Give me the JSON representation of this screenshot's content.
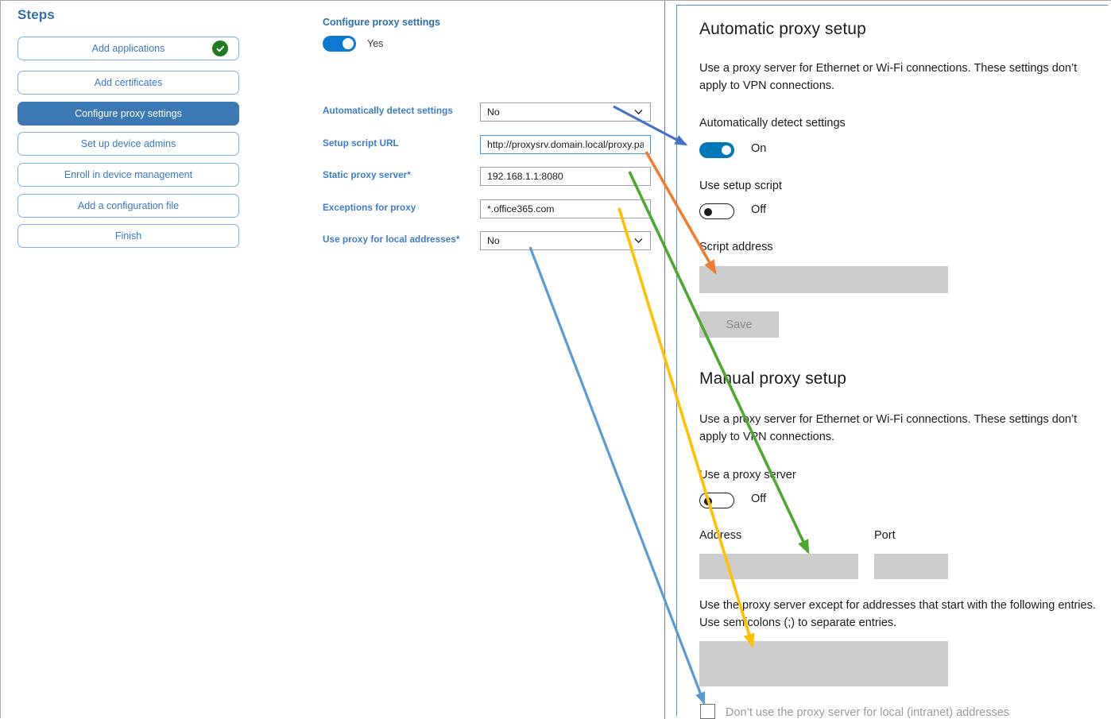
{
  "steps_panel": {
    "title": "Steps",
    "items": [
      {
        "label": "Add applications",
        "state": "complete",
        "icon": "check-circle-icon"
      },
      {
        "label": "Add certificates",
        "state": "default"
      },
      {
        "label": "Configure proxy settings",
        "state": "active"
      },
      {
        "label": "Set up device admins",
        "state": "default"
      },
      {
        "label": "Enroll in device management",
        "state": "default"
      },
      {
        "label": "Add a configuration file",
        "state": "default"
      },
      {
        "label": "Finish",
        "state": "default"
      }
    ]
  },
  "form_panel": {
    "heading": "Configure proxy settings",
    "toggle": {
      "label": "Yes",
      "state": "on"
    },
    "fields": [
      {
        "label": "Automatically detect settings",
        "required": "",
        "type": "select",
        "value": "No"
      },
      {
        "label": "Setup script URL",
        "required": "",
        "type": "text",
        "value": "http://proxysrv.domain.local/proxy.pa",
        "focused": true
      },
      {
        "label": "Static proxy server",
        "required": "*",
        "type": "text",
        "value": "192.168.1.1:8080"
      },
      {
        "label": "Exceptions for proxy",
        "required": "",
        "type": "text",
        "value": "*.office365.com"
      },
      {
        "label": "Use proxy for local addresses",
        "required": "*",
        "type": "select",
        "value": "No"
      }
    ]
  },
  "settings_panel": {
    "automatic": {
      "heading": "Automatic proxy setup",
      "description": "Use a proxy server for Ethernet or Wi-Fi connections. These settings don’t apply to VPN connections.",
      "auto_detect_label": "Automatically detect settings",
      "auto_detect_state": "On",
      "use_script_label": "Use setup script",
      "use_script_state": "Off",
      "script_address_label": "Script address",
      "script_address_value": "",
      "save_label": "Save"
    },
    "manual": {
      "heading": "Manual proxy setup",
      "description": "Use a proxy server for Ethernet or Wi-Fi connections. These settings don’t apply to VPN connections.",
      "use_proxy_label": "Use a proxy server",
      "use_proxy_state": "Off",
      "address_label": "Address",
      "address_value": "",
      "port_label": "Port",
      "port_value": "",
      "exceptions_description": "Use the proxy server except for addresses that start with the following entries. Use semicolons (;) to separate entries.",
      "exceptions_value": "",
      "bypass_local_label": "Don’t use the proxy server for local (intranet) addresses",
      "bypass_local_checked": false
    }
  },
  "annotations": {
    "arrows": [
      {
        "name": "arrow-auto-detect",
        "color": "#4472c4",
        "from_label": "Automatically detect settings",
        "to_label": "Automatically detect settings toggle"
      },
      {
        "name": "arrow-setup-script",
        "color": "#ed7d31",
        "from_label": "Setup script URL",
        "to_label": "Script address"
      },
      {
        "name": "arrow-static-proxy",
        "color": "#4ea72e",
        "from_label": "Static proxy server",
        "to_label": "Address"
      },
      {
        "name": "arrow-exceptions",
        "color": "#ffc000",
        "from_label": "Exceptions for proxy",
        "to_label": "Exceptions box"
      },
      {
        "name": "arrow-local-proxy",
        "color": "#5b9bd5",
        "from_label": "Use proxy for local addresses",
        "to_label": "Don’t use the proxy server for local (intranet) addresses"
      }
    ]
  },
  "colors": {
    "accent_blue": "#3c78b4",
    "label_blue": "#3c7dc4",
    "toggle_on": "#0078ba",
    "check_green": "#1e7b1e",
    "field_grey": "#cccccc"
  }
}
